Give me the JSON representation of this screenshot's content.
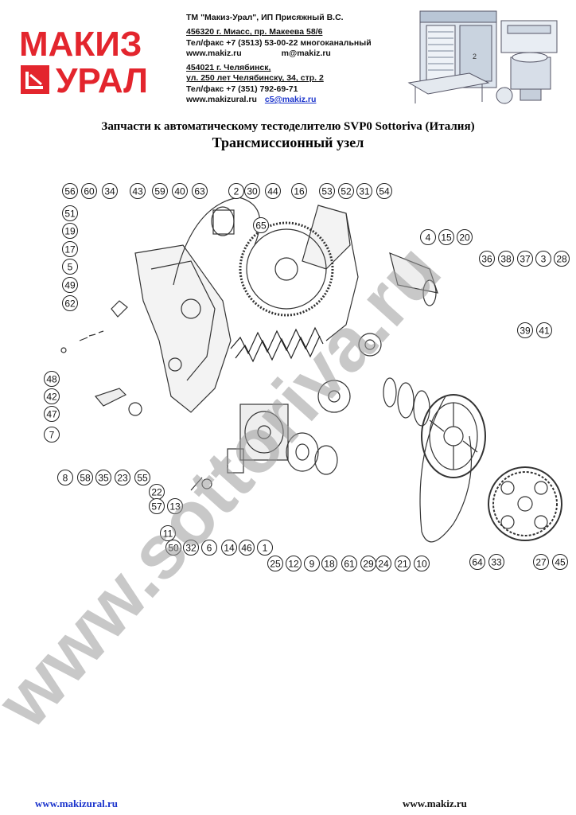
{
  "header": {
    "logo": {
      "line1": "МАКИЗ",
      "line2": "УРАЛ",
      "brand_color": "#e3252d"
    },
    "contacts": {
      "line1": "ТМ \"Макиз-Урал\",    ИП Присяжный В.С.",
      "address1": "456320 г. Миасс, пр. Макеева 58/6",
      "phone1": "Тел/факс +7 (3513) 53-00-22 многоканальный",
      "web1": "www.makiz.ru",
      "email1": "m@makiz.ru",
      "address2_city": "454021 г. Челябинск,",
      "address2_street": "ул. 250 лет Челябинску, 34, стр. 2",
      "phone2": "Тел/факс +7 (351) 792-69-71",
      "web2": "www.makizural.ru",
      "email2": "c5@makiz.ru"
    },
    "equipment_icon": "bakery-equipment-illustration"
  },
  "document": {
    "title": "Запчасти к автоматическому тестоделителю SVP0 Sottoriva (Италия)",
    "subtitle": "Трансмиссионный узел"
  },
  "diagram": {
    "callouts": [
      "56",
      "60",
      "34",
      "43",
      "59",
      "40",
      "63",
      "2",
      "30",
      "44",
      "16",
      "53",
      "52",
      "31",
      "54",
      "51",
      "19",
      "17",
      "5",
      "49",
      "62",
      "65",
      "4",
      "15",
      "20",
      "36",
      "38",
      "37",
      "3",
      "28",
      "39",
      "41",
      "48",
      "42",
      "47",
      "7",
      "8",
      "58",
      "35",
      "23",
      "55",
      "22",
      "57",
      "13",
      "11",
      "50",
      "32",
      "6",
      "14",
      "46",
      "1",
      "25",
      "12",
      "9",
      "18",
      "61",
      "29",
      "24",
      "21",
      "10",
      "64",
      "33",
      "27",
      "45"
    ]
  },
  "watermark": {
    "text": "www.sottoriva.ru",
    "color": "#b8b8b8"
  },
  "footer": {
    "left": "www.makizural.ru",
    "right": "www.makiz.ru"
  }
}
